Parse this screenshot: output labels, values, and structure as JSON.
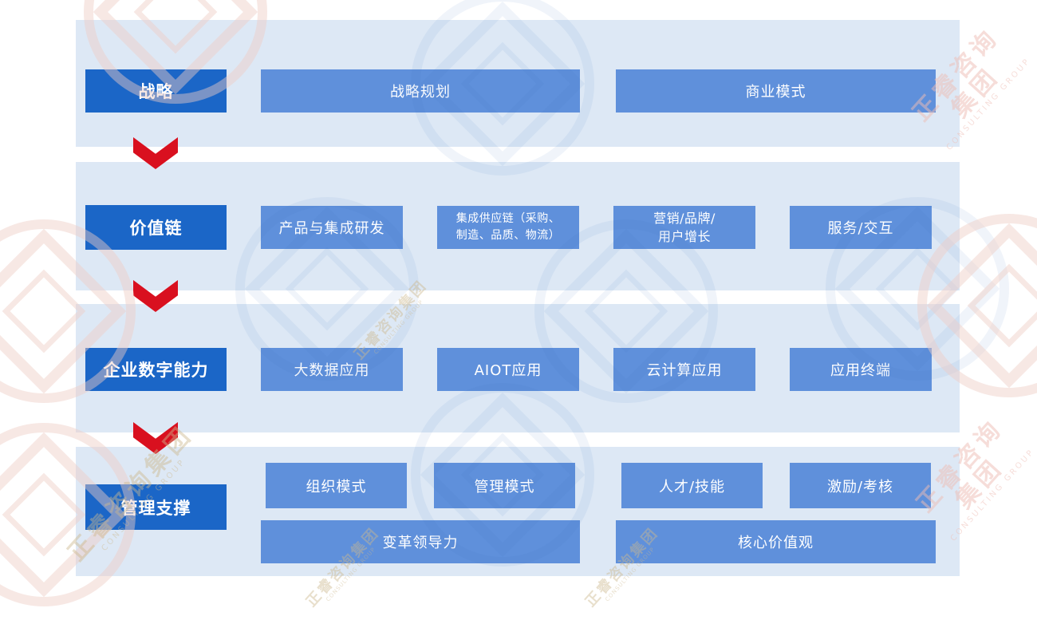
{
  "colors": {
    "band": "#dde8f5",
    "label_box": "#1b66c7",
    "item_box": "#5f90db",
    "arrow": "#d9101f",
    "box_text": "#ffffff"
  },
  "watermark": {
    "text": "正睿咨询集团",
    "subtext": "CONSULTING GROUP"
  },
  "diagram": {
    "rows": [
      {
        "label": "战略",
        "items": [
          {
            "text": "战略规划"
          },
          {
            "text": "商业模式"
          }
        ]
      },
      {
        "label": "价值链",
        "items": [
          {
            "text": "产品与集成研发"
          },
          {
            "text": "集成供应链（采购、\n制造、品质、物流）"
          },
          {
            "text": "营销/品牌/\n用户增长"
          },
          {
            "text": "服务/交互"
          }
        ]
      },
      {
        "label": "企业数字能力",
        "items": [
          {
            "text": "大数据应用"
          },
          {
            "text": "AIOT应用"
          },
          {
            "text": "云计算应用"
          },
          {
            "text": "应用终端"
          }
        ]
      },
      {
        "label": "管理支撑",
        "items": [
          {
            "text": "组织模式"
          },
          {
            "text": "管理模式"
          },
          {
            "text": "人才/技能"
          },
          {
            "text": "激励/考核"
          },
          {
            "text": "变革领导力"
          },
          {
            "text": "核心价值观"
          }
        ]
      }
    ]
  }
}
